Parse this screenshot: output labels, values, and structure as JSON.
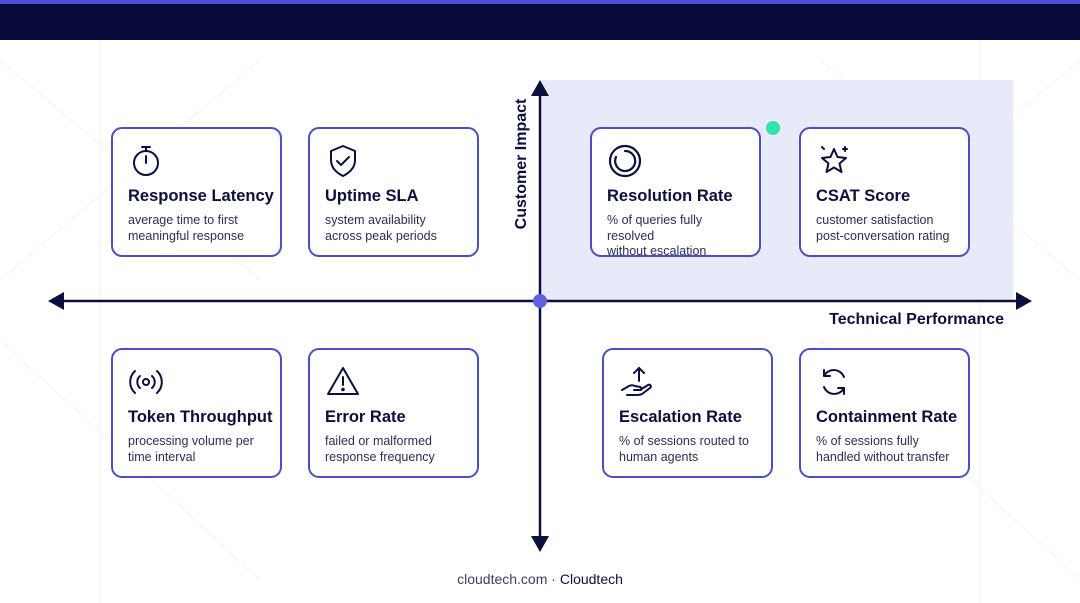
{
  "axes": {
    "y_label": "Customer Impact",
    "x_label": "Technical Performance"
  },
  "cards": [
    {
      "icon": "stopwatch-icon",
      "title": "Response Latency",
      "desc_line1": "average time to first",
      "desc_line2": "meaningful response"
    },
    {
      "icon": "shield-check-icon",
      "title": "Uptime SLA",
      "desc_line1": "system availability",
      "desc_line2": "across peak periods"
    },
    {
      "icon": "circle-progress-icon",
      "title": "Resolution Rate",
      "desc_line1": "% of queries fully resolved",
      "desc_line2": "without escalation"
    },
    {
      "icon": "sparkle-star-icon",
      "title": "CSAT Score",
      "desc_line1": "customer satisfaction",
      "desc_line2": "post-conversation rating"
    },
    {
      "icon": "broadcast-icon",
      "title": "Token Throughput",
      "desc_line1": "processing volume per",
      "desc_line2": "time interval"
    },
    {
      "icon": "warning-triangle-icon",
      "title": "Error Rate",
      "desc_line1": "failed or malformed",
      "desc_line2": "response frequency"
    },
    {
      "icon": "hand-up-arrow-icon",
      "title": "Escalation Rate",
      "desc_line1": "% of sessions routed to",
      "desc_line2": "human agents"
    },
    {
      "icon": "refresh-cycle-icon",
      "title": "Containment Rate",
      "desc_line1": "% of sessions fully",
      "desc_line2": "handled without transfer"
    }
  ],
  "colors": {
    "navy": "#080b3a",
    "accent": "#4a50c4",
    "highlight": "#e9eaf9",
    "marker": "#2ee6a6"
  },
  "footer": {
    "site": "cloudtech.com",
    "separator": " · ",
    "brand": "Cloudtech"
  }
}
